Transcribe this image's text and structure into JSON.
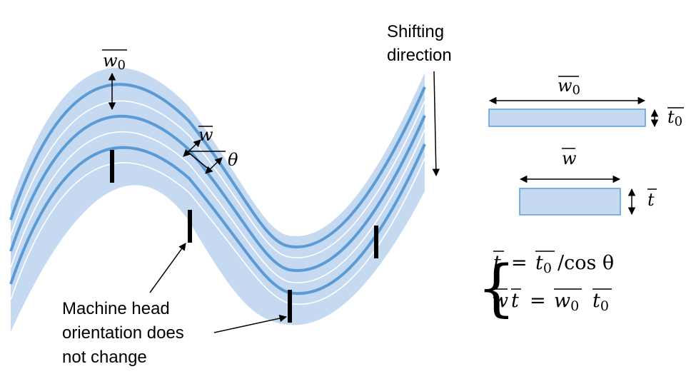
{
  "band": {
    "fill_color": "#c5d9f1",
    "line_color": "#5b9bd5",
    "stroke_color": "#ffffff",
    "head_color": "#000000"
  },
  "labels": {
    "shift_line1": "Shifting",
    "shift_line2": "direction",
    "w0_sym": "w",
    "w0_sub": "0",
    "w_sym": "w",
    "theta": "θ",
    "note_line1": "Machine head",
    "note_line2": "orientation does",
    "note_line3": "not change"
  },
  "rectangles": {
    "fill_color": "#c5d9f1",
    "edge_color": "#5b9bd5",
    "top_width_sym": "w",
    "top_width_sub": "0",
    "top_thick_sym": "t",
    "top_thick_sub": "0",
    "bottom_width_sym": "w",
    "bottom_thick_sym": "t"
  },
  "equations": {
    "eq1_lhs": "t",
    "eq1_eq": "=",
    "eq1_num": "t",
    "eq1_num_sub": "0",
    "eq1_rest": "/cos θ",
    "eq2_a": "w",
    "eq2_b": "t",
    "eq2_eq": "=",
    "eq2_c": "w",
    "eq2_c_sub": "0",
    "eq2_d": "t",
    "eq2_d_sub": "0"
  }
}
